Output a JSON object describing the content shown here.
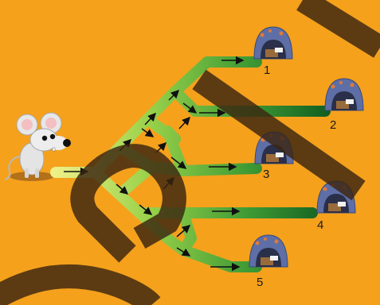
{
  "scene": {
    "background": "#F5A11C",
    "character": "mouse",
    "path_gradient": {
      "start": "#F2F08A",
      "end": "#0F5A20"
    },
    "watermark_color": "#3B2410"
  },
  "burrows": [
    {
      "label": "1"
    },
    {
      "label": "2"
    },
    {
      "label": "3"
    },
    {
      "label": "4"
    },
    {
      "label": "5"
    }
  ]
}
